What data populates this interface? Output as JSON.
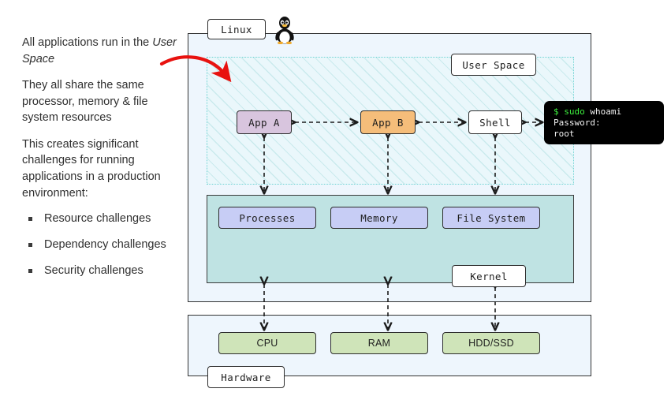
{
  "sidebar": {
    "paragraphs": [
      {
        "before": "All applications run in the ",
        "emphasis": "User Space",
        "after": ""
      },
      {
        "before": "They all share the same processor, memory & file system resources",
        "emphasis": "",
        "after": ""
      },
      {
        "before": "This creates significant challenges for running applications in a production environment:",
        "emphasis": "",
        "after": ""
      }
    ],
    "bullets": [
      "Resource challenges",
      "Dependency challenges",
      "Security challenges"
    ]
  },
  "diagram": {
    "regions": {
      "linux_label": "Linux",
      "user_space_label": "User Space",
      "kernel_label": "Kernel",
      "hardware_label": "Hardware"
    },
    "user_space_boxes": [
      {
        "label": "App A",
        "color": "#d8c5de"
      },
      {
        "label": "App B",
        "color": "#f5bd7a"
      },
      {
        "label": "Shell",
        "color": "#ffffff"
      }
    ],
    "kernel_boxes": [
      {
        "label": "Processes",
        "color": "#c7cdf5"
      },
      {
        "label": "Memory",
        "color": "#c7cdf5"
      },
      {
        "label": "File System",
        "color": "#c7cdf5"
      }
    ],
    "hardware_boxes": [
      {
        "label": "CPU",
        "color": "#cfe4b9"
      },
      {
        "label": "RAM",
        "color": "#cfe4b9"
      },
      {
        "label": "HDD/SSD",
        "color": "#cfe4b9"
      }
    ],
    "terminal": {
      "prompt_symbol": "$",
      "command_keyword": "sudo",
      "command_arg": " whoami",
      "line_2": "Password:",
      "line_3": "root",
      "prompt_color": "#3ef23e",
      "background": "#000000"
    },
    "icons": {
      "tux": "tux-penguin-icon",
      "callout_arrow": "red-curved-arrow-icon"
    },
    "colors": {
      "linux_region_fill": "#eef6fd",
      "kernel_region_fill": "#bfe3e3",
      "user_space_fill": "#eaf7fb",
      "user_space_border": "#6fd3d3",
      "outline": "#333333",
      "callout_arrow": "#e8120f"
    }
  }
}
